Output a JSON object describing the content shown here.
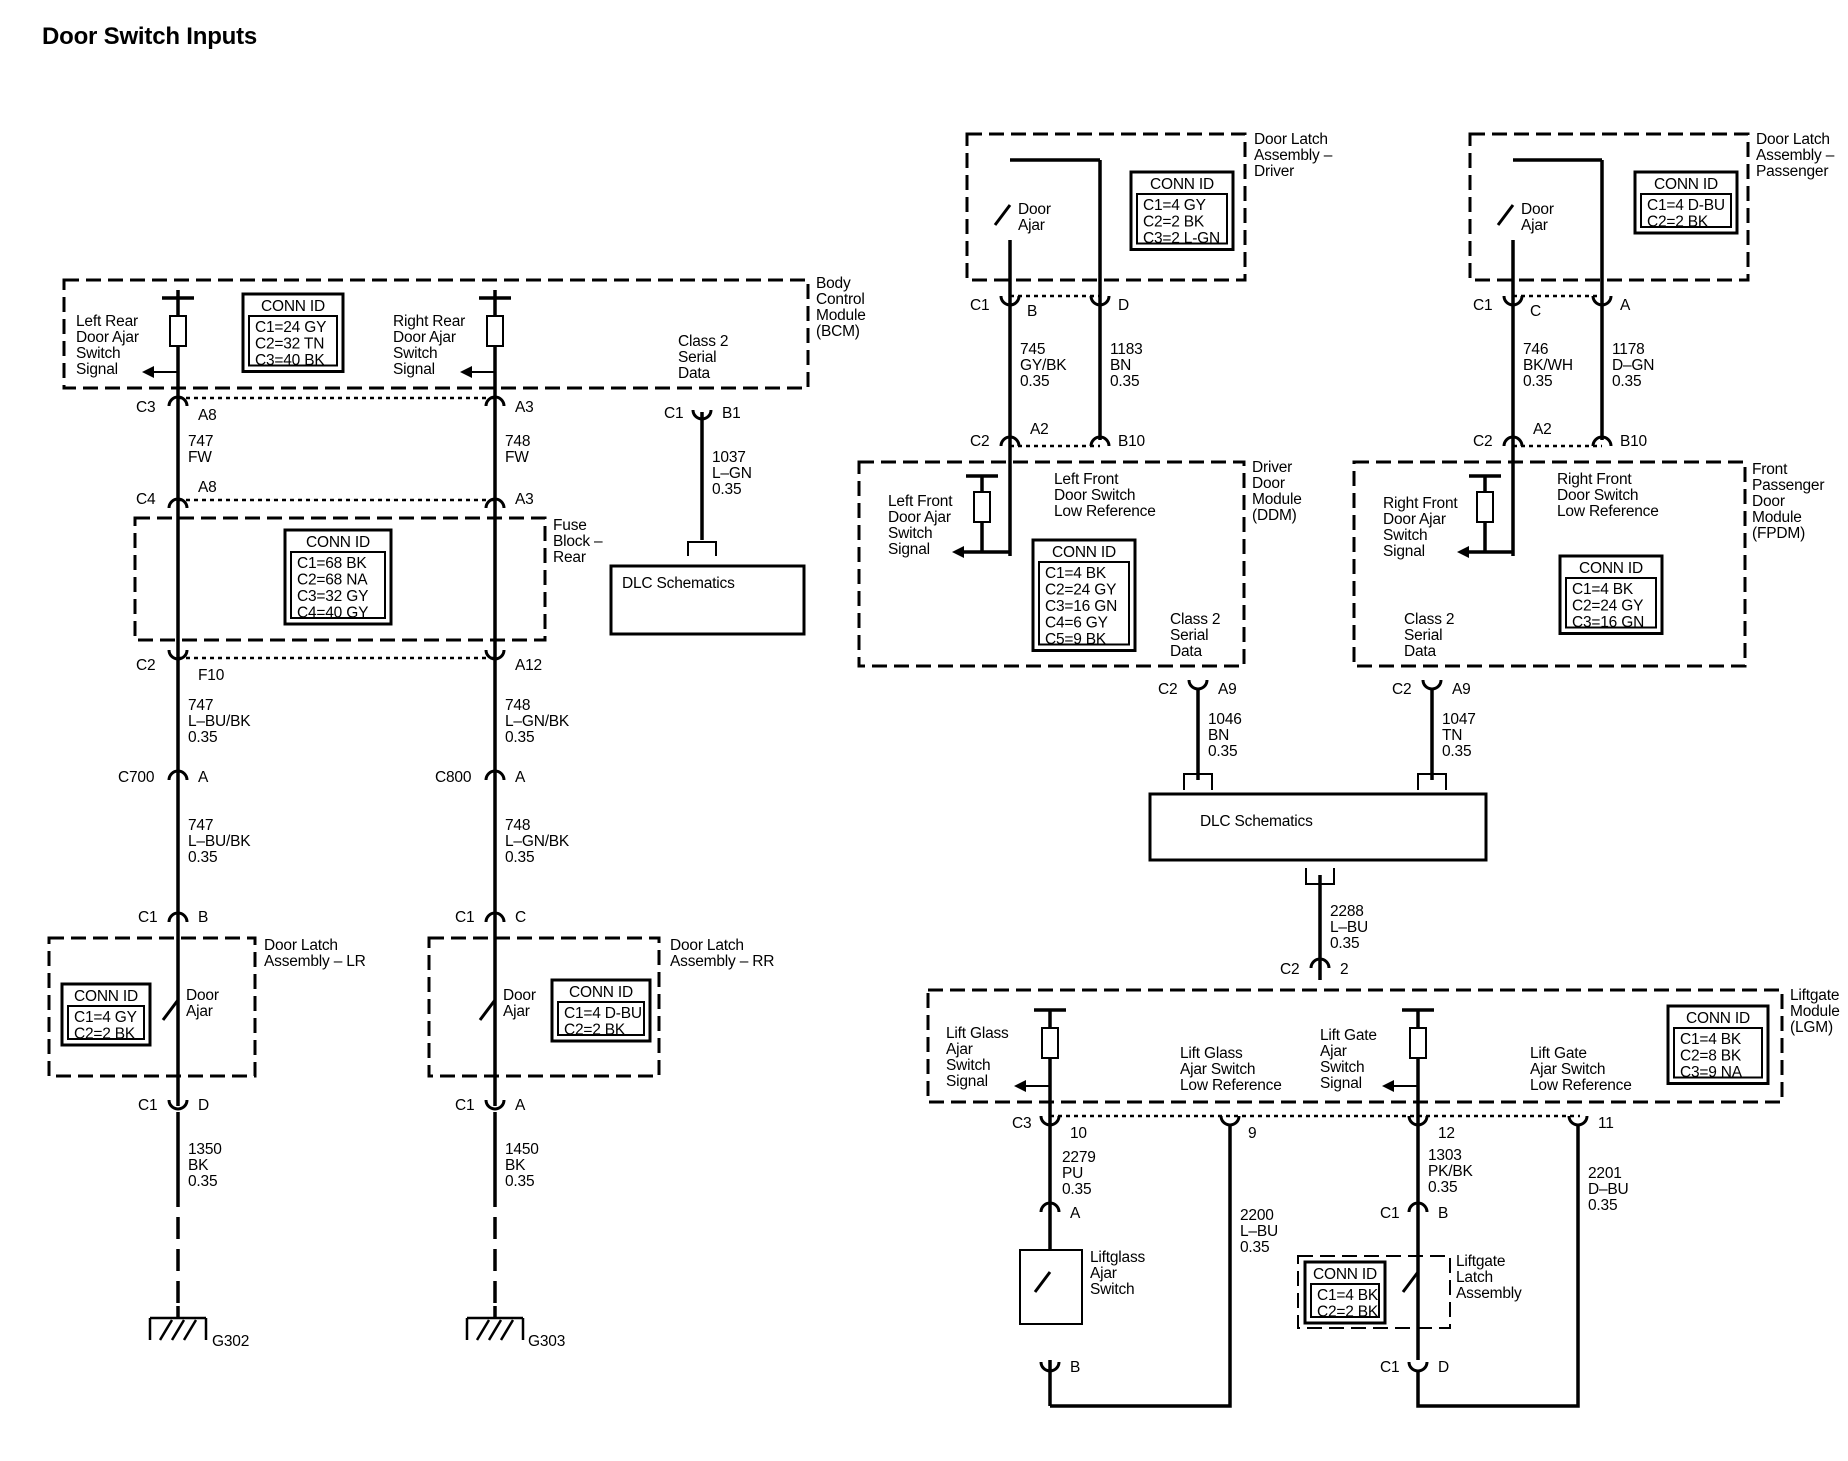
{
  "title": "Door Switch Inputs",
  "conn_title": "CONN ID",
  "dlc": "DLC Schematics",
  "modules": {
    "bcm": [
      "Body",
      "Control",
      "Module",
      "(BCM)"
    ],
    "fuse": [
      "Fuse",
      "Block –",
      "Rear"
    ],
    "lr": [
      "Door Latch",
      "Assembly – LR"
    ],
    "rr": [
      "Door Latch",
      "Assembly – RR"
    ],
    "dld": [
      "Door Latch",
      "Assembly –",
      "Driver"
    ],
    "dlp": [
      "Door Latch",
      "Assembly –",
      "Passenger"
    ],
    "ddm": [
      "Driver",
      "Door",
      "Module",
      "(DDM)"
    ],
    "fpdm": [
      "Front",
      "Passenger",
      "Door",
      "Module",
      "(FPDM)"
    ],
    "lgm": [
      "Liftgate",
      "Module",
      "(LGM)"
    ],
    "liftglass": [
      "Liftglass",
      "Ajar",
      "Switch"
    ],
    "liftgate": [
      "Liftgate",
      "Latch",
      "Assembly"
    ]
  },
  "conn": {
    "bcm": [
      "C1=24 GY",
      "C2=32 TN",
      "C3=40 BK"
    ],
    "fuse": [
      "C1=68 BK",
      "C2=68 NA",
      "C3=32 GY",
      "C4=40 GY"
    ],
    "lr": [
      "C1=4 GY",
      "C2=2 BK"
    ],
    "rr": [
      "C1=4 D-BU",
      "C2=2 BK"
    ],
    "dld": [
      "C1=4 GY",
      "C2=2 BK",
      "C3=2 L-GN"
    ],
    "dlp": [
      "C1=4 D-BU",
      "C2=2 BK"
    ],
    "ddm": [
      "C1=4 BK",
      "C2=24 GY",
      "C3=16 GN",
      "C4=6 GY",
      "C5=9 BK"
    ],
    "fpdm": [
      "C1=4 BK",
      "C2=24 GY",
      "C3=16 GN"
    ],
    "lgm": [
      "C1=4 BK",
      "C2=8 BK",
      "C3=9 NA"
    ],
    "liftgate": [
      "C1=4 BK",
      "C2=2 BK"
    ]
  },
  "signals": {
    "lr": [
      "Left Rear",
      "Door Ajar",
      "Switch",
      "Signal"
    ],
    "rr": [
      "Right Rear",
      "Door Ajar",
      "Switch",
      "Signal"
    ],
    "bcm_c2": [
      "Class 2",
      "Serial",
      "Data"
    ],
    "lf": [
      "Left Front",
      "Door Ajar",
      "Switch",
      "Signal"
    ],
    "lf_low": [
      "Left Front",
      "Door Switch",
      "Low Reference"
    ],
    "ddm_c2": [
      "Class 2",
      "Serial",
      "Data"
    ],
    "rf": [
      "Right Front",
      "Door Ajar",
      "Switch",
      "Signal"
    ],
    "rf_low": [
      "Right Front",
      "Door Switch",
      "Low Reference"
    ],
    "fpdm_c2": [
      "Class 2",
      "Serial",
      "Data"
    ],
    "lg_sig": [
      "Lift Glass",
      "Ajar",
      "Switch",
      "Signal"
    ],
    "lg_low": [
      "Lift Glass",
      "Ajar Switch",
      "Low Reference"
    ],
    "lgt_sig": [
      "Lift Gate",
      "Ajar",
      "Switch",
      "Signal"
    ],
    "lgt_low": [
      "Lift Gate",
      "Ajar Switch",
      "Low Reference"
    ],
    "door_ajar": [
      "Door",
      "Ajar"
    ]
  },
  "wires": {
    "w747a": [
      "747",
      "FW"
    ],
    "w748a": [
      "748",
      "FW"
    ],
    "w1037": [
      "1037",
      "L–GN",
      "0.35"
    ],
    "w747b": [
      "747",
      "L–BU/BK",
      "0.35"
    ],
    "w748b": [
      "748",
      "L–GN/BK",
      "0.35"
    ],
    "w747c": [
      "747",
      "L–BU/BK",
      "0.35"
    ],
    "w748c": [
      "748",
      "L–GN/BK",
      "0.35"
    ],
    "w1350": [
      "1350",
      "BK",
      "0.35"
    ],
    "w1450": [
      "1450",
      "BK",
      "0.35"
    ],
    "w745": [
      "745",
      "GY/BK",
      "0.35"
    ],
    "w1183": [
      "1183",
      "BN",
      "0.35"
    ],
    "w746": [
      "746",
      "BK/WH",
      "0.35"
    ],
    "w1178": [
      "1178",
      "D–GN",
      "0.35"
    ],
    "w1046": [
      "1046",
      "BN",
      "0.35"
    ],
    "w1047": [
      "1047",
      "TN",
      "0.35"
    ],
    "w2288": [
      "2288",
      "L–BU",
      "0.35"
    ],
    "w2279": [
      "2279",
      "PU",
      "0.35"
    ],
    "w2200": [
      "2200",
      "L–BU",
      "0.35"
    ],
    "w1303": [
      "1303",
      "PK/BK",
      "0.35"
    ],
    "w2201": [
      "2201",
      "D–BU",
      "0.35"
    ]
  },
  "pins": {
    "c3": "C3",
    "a8": "A8",
    "a3": "A3",
    "c1": "C1",
    "b1": "B1",
    "c4": "C4",
    "a8b": "A8",
    "a3b": "A3",
    "c2": "C2",
    "f10": "F10",
    "a12": "A12",
    "c700": "C700",
    "c800": "C800",
    "a": "A",
    "b": "B",
    "c": "C",
    "d": "D",
    "a2": "A2",
    "b10": "B10",
    "a9": "A9",
    "n2": "2",
    "n10": "10",
    "n9": "9",
    "n12": "12",
    "n11": "11"
  },
  "grounds": {
    "g302": "G302",
    "g303": "G303"
  }
}
